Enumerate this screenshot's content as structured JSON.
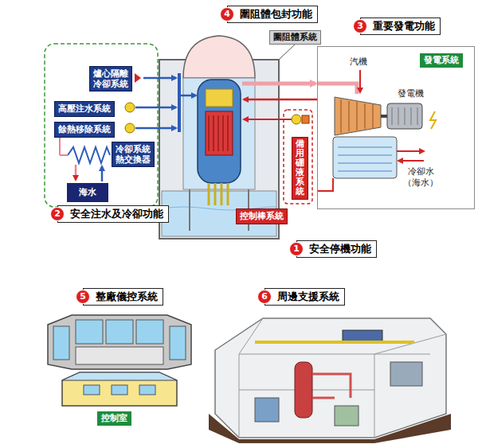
{
  "diagram": {
    "nodes": [
      {
        "text": [
          "圍阻體包封功能"
        ]
      },
      {
        "text": [
          "圍阻體系統"
        ]
      },
      {
        "text": [
          "重要發電功能"
        ]
      },
      {
        "text": [
          "汽機",
          "發電機",
          "冷卻水 （海水）"
        ]
      },
      {
        "text": [
          "發電系統"
        ],
        "in": 3
      },
      {
        "text": [
          "爐心隔離冷卻系統"
        ]
      },
      {
        "text": [
          "高壓注水系統"
        ]
      },
      {
        "text": [
          "餘熱移除系統"
        ]
      },
      {
        "text": [
          "冷卻系統熱交換器"
        ]
      },
      {
        "text": [
          "海水"
        ]
      },
      {
        "text": [
          "安全注水及冷卻功能"
        ]
      },
      {
        "text": [
          "備用硼液系統"
        ]
      },
      {
        "text": [
          "控制棒系統"
        ]
      },
      {
        "text": [
          "安全停機功能"
        ]
      },
      {
        "text": [
          "整廠儀控系統"
        ]
      },
      {
        "text": [
          "周邊支援系統"
        ]
      },
      {
        "text": [
          "控制室"
        ]
      }
    ],
    "labels": [
      "4",
      "3",
      "2",
      "1",
      "5",
      "6"
    ]
  }
}
